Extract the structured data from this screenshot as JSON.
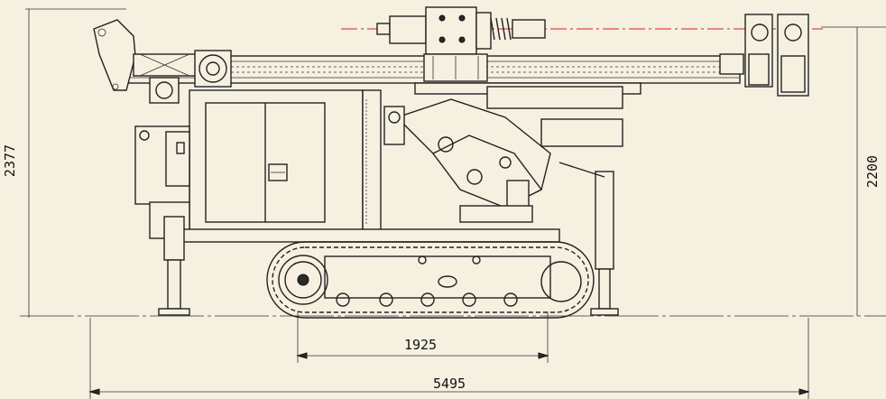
{
  "dimensions": {
    "overall_height": "2377",
    "mast_height": "2200",
    "track_length": "1925",
    "overall_length": "5495"
  },
  "colors": {
    "background": "#f6f0e1",
    "line": "#222222",
    "centerline": "#d42020"
  }
}
